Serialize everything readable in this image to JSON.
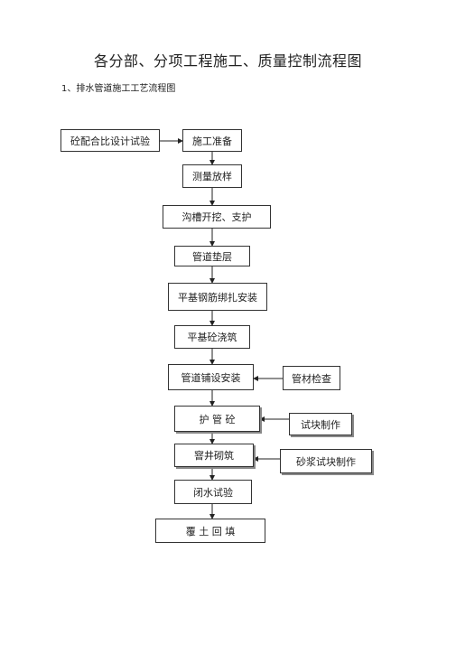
{
  "title": "各分部、分项工程施工、质量控制流程图",
  "subtitle": "1、排水管道施工工艺流程图",
  "nodes": {
    "concrete_mix_test": "砼配合比设计试验",
    "construction_prep": "施工准备",
    "survey_layout": "测量放样",
    "trench_excavation": "沟槽开挖、支护",
    "pipe_cushion": "管道垫层",
    "base_rebar_binding": "平基钢筋绑扎安装",
    "base_concrete_pour": "平基砼浇筑",
    "pipe_laying": "管道铺设安装",
    "pipe_inspection": "管材检查",
    "pipe_protection_concrete": "护 管 砼",
    "test_block_making": "试块制作",
    "manhole_masonry": "窨井砌筑",
    "mortar_block_making": "砂浆试块制作",
    "closed_water_test": "闭水试验",
    "backfill": "覆 土 回 填"
  }
}
